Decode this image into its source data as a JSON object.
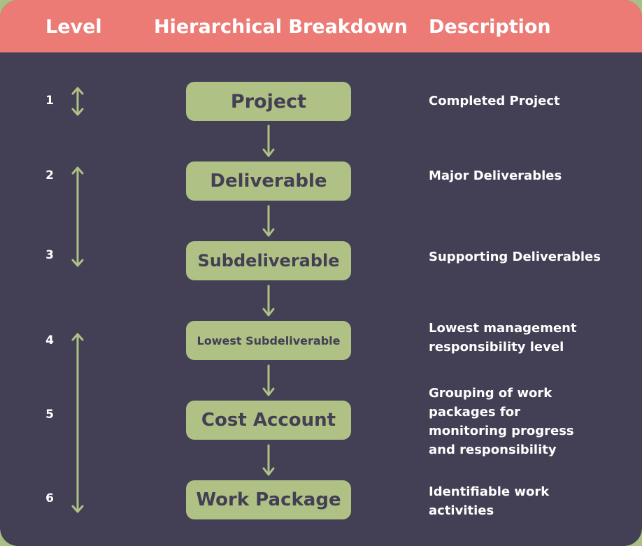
{
  "header": {
    "level": "Level",
    "breakdown": "Hierarchical Breakdown",
    "description": "Description"
  },
  "levels": [
    "1",
    "2",
    "3",
    "4",
    "5",
    "6"
  ],
  "nodes": [
    "Project",
    "Deliverable",
    "Subdeliverable",
    "Lowest Subdeliverable",
    "Cost Account",
    "Work Package"
  ],
  "descriptions": [
    "Completed Project",
    "Major Deliverables",
    "Supporting Deliverables",
    "Lowest management\nresponsibility level",
    "Grouping of work\npackages for\nmonitoring progress\nand responsibility",
    "Identifiable work\nactivities"
  ],
  "colors": {
    "background": "#433f54",
    "header": "#ec7b76",
    "node": "#afc184",
    "arrow": "#afc184",
    "text": "#ffffff"
  }
}
